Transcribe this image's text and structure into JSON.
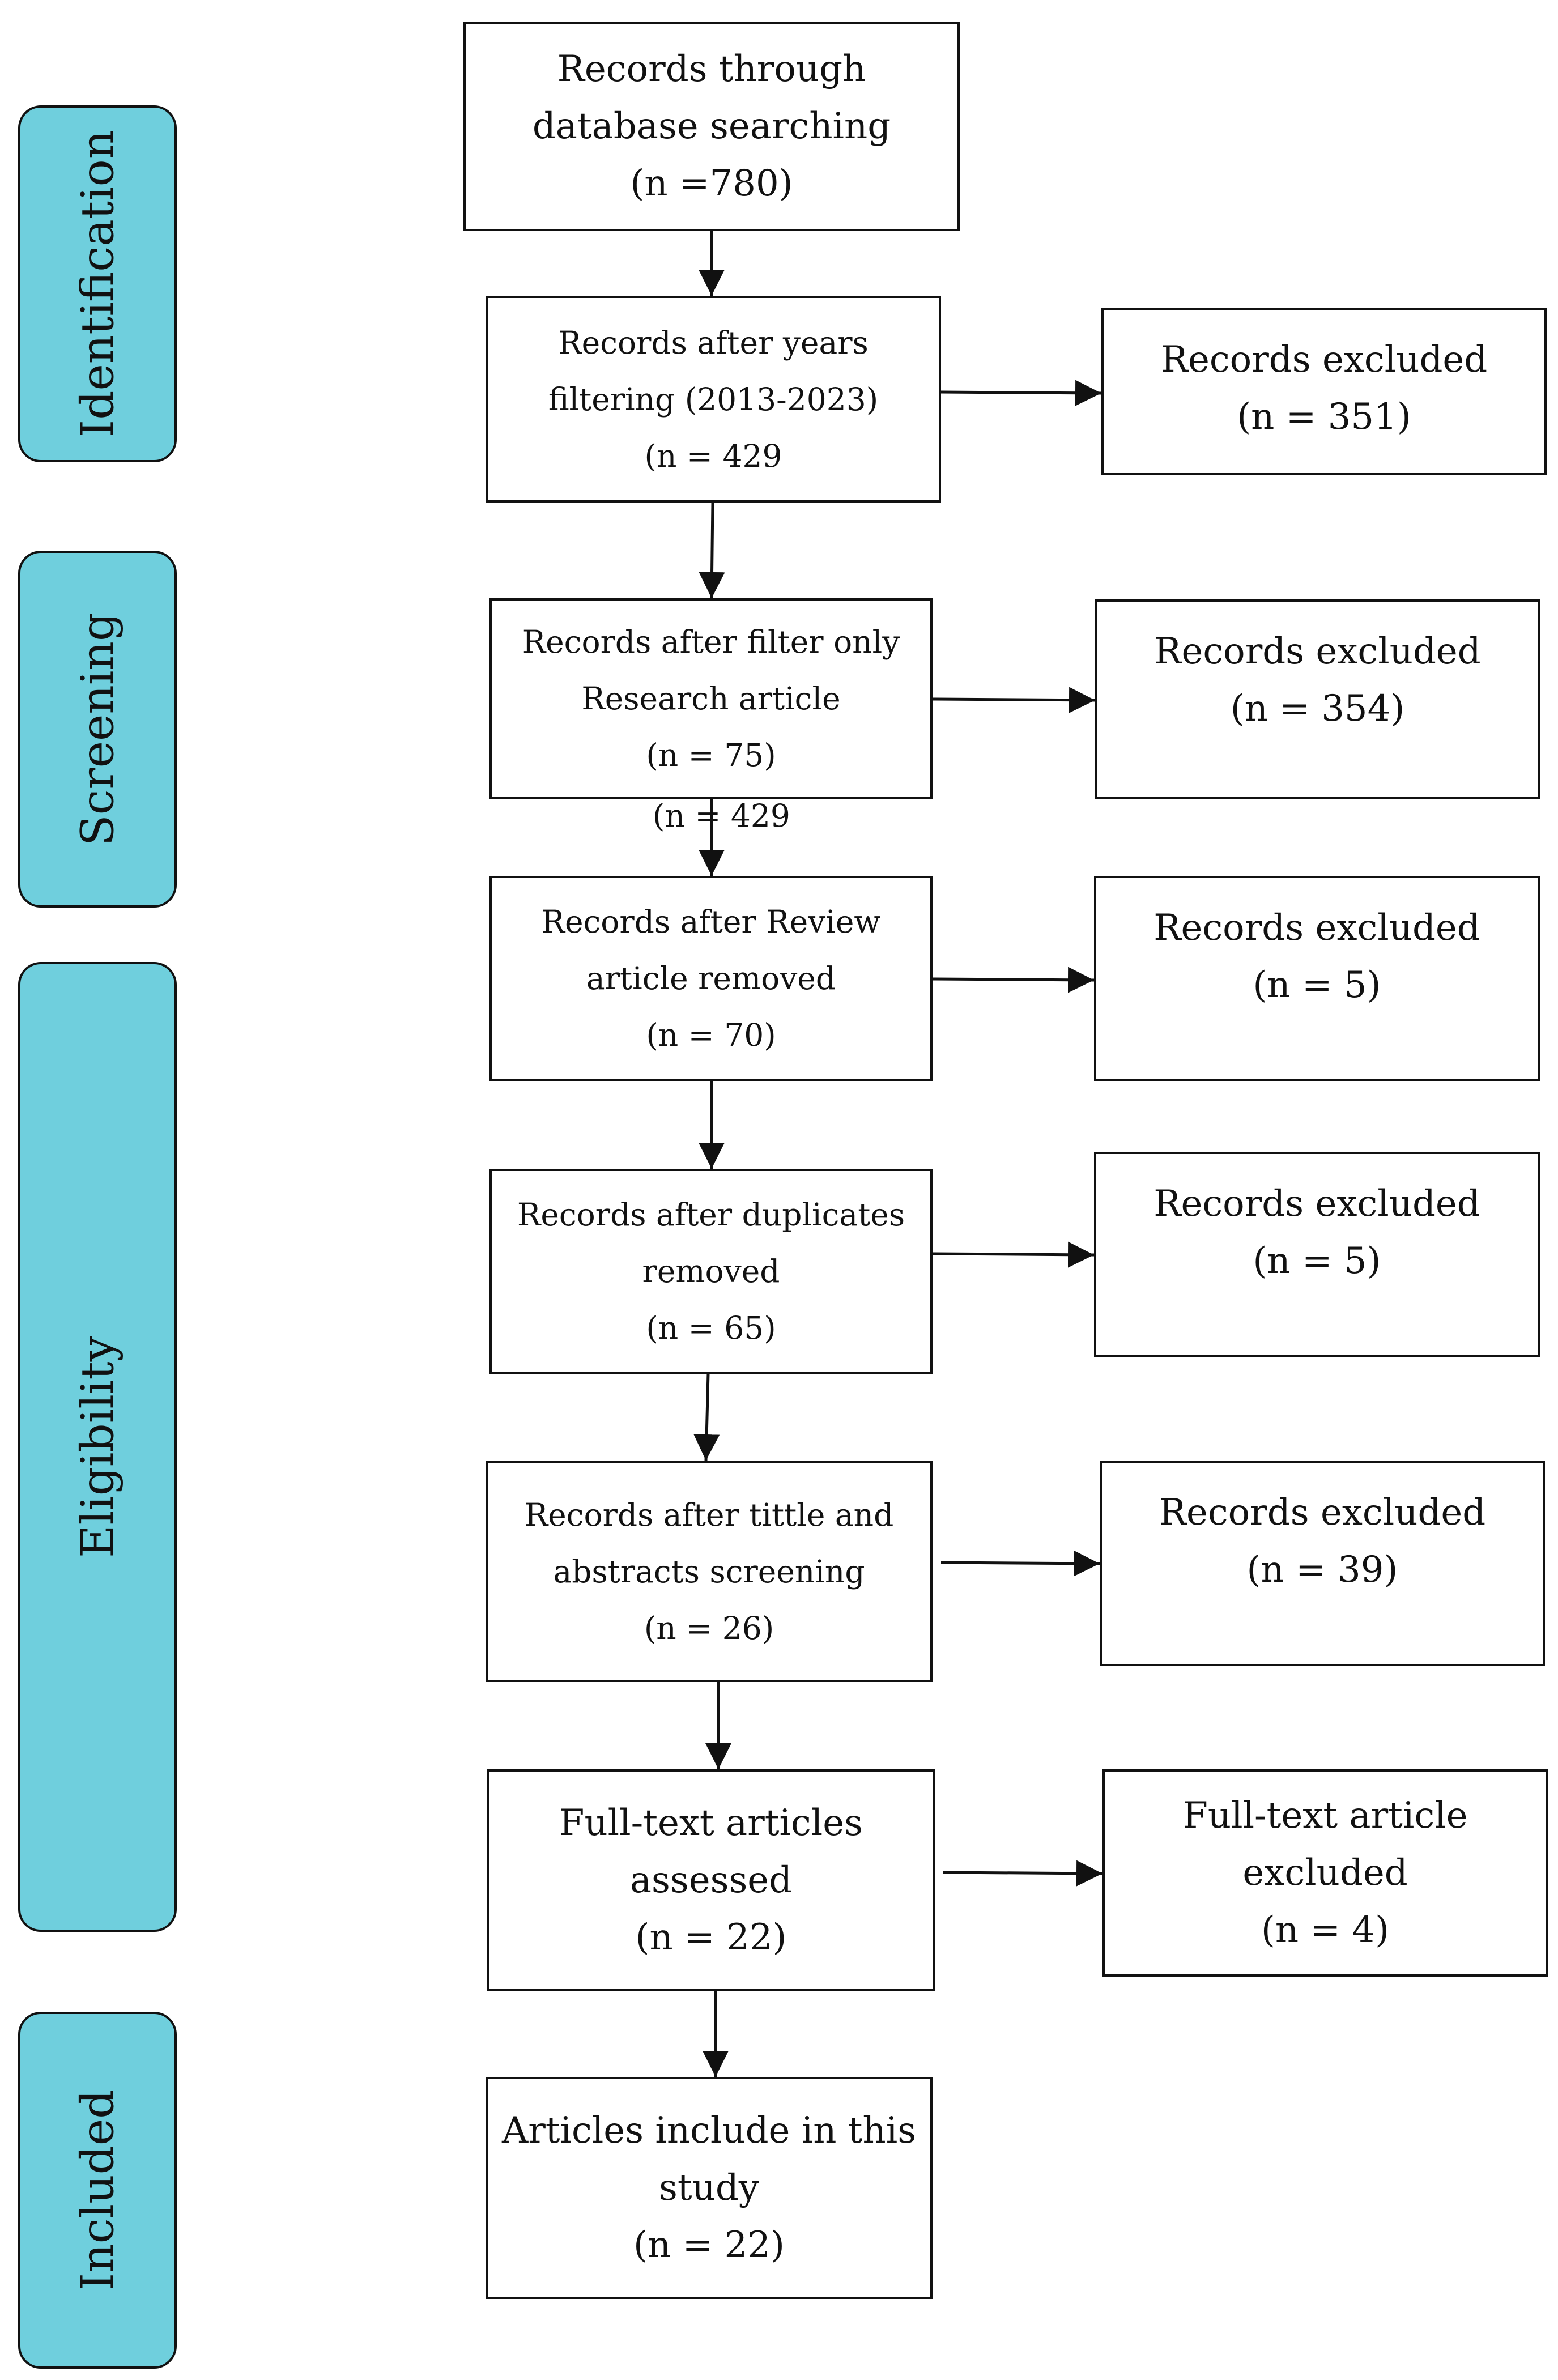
{
  "colors": {
    "phase_fill": "#6fcfdd",
    "stroke": "#111111"
  },
  "phases": [
    {
      "id": "identification",
      "label": "Identification"
    },
    {
      "id": "screening",
      "label": "Screening"
    },
    {
      "id": "eligibility",
      "label": "Eligibility"
    },
    {
      "id": "included",
      "label": "Included"
    }
  ],
  "main_boxes": [
    {
      "id": "database",
      "lines": [
        "Records through",
        "database searching",
        "(n =780)"
      ]
    },
    {
      "id": "years",
      "lines": [
        "Records after years",
        "filtering (2013-2023)",
        "(n = 429"
      ]
    },
    {
      "id": "research",
      "lines": [
        "Records after filter only",
        "Research article",
        "(n = 75)"
      ]
    },
    {
      "id": "review",
      "lines": [
        "Records after Review",
        "article removed",
        "(n = 70)"
      ]
    },
    {
      "id": "duplicates",
      "lines": [
        "Records after duplicates",
        "removed",
        "(n = 65)"
      ]
    },
    {
      "id": "title-abstract",
      "lines": [
        "Records after tittle and",
        "abstracts screening",
        "(n = 26)"
      ]
    },
    {
      "id": "fulltext",
      "lines": [
        "Full-text articles",
        "assessed",
        "(n = 22)"
      ]
    },
    {
      "id": "included",
      "lines": [
        "Articles include in this",
        "study",
        "(n = 22)"
      ]
    }
  ],
  "excluded_boxes": [
    {
      "id": "excl-years",
      "lines": [
        "Records excluded",
        "(n = 351)"
      ]
    },
    {
      "id": "excl-research",
      "lines": [
        "Records excluded",
        "(n = 354)"
      ]
    },
    {
      "id": "excl-review",
      "lines": [
        "Records excluded",
        "(n = 5)"
      ]
    },
    {
      "id": "excl-duplicates",
      "lines": [
        "Records excluded",
        "(n = 5)"
      ]
    },
    {
      "id": "excl-title",
      "lines": [
        "Records excluded",
        "(n = 39)"
      ]
    },
    {
      "id": "excl-fulltext",
      "lines": [
        "Full-text article",
        "excluded",
        "(n = 4)"
      ]
    }
  ],
  "stray_label": "(n = 429"
}
